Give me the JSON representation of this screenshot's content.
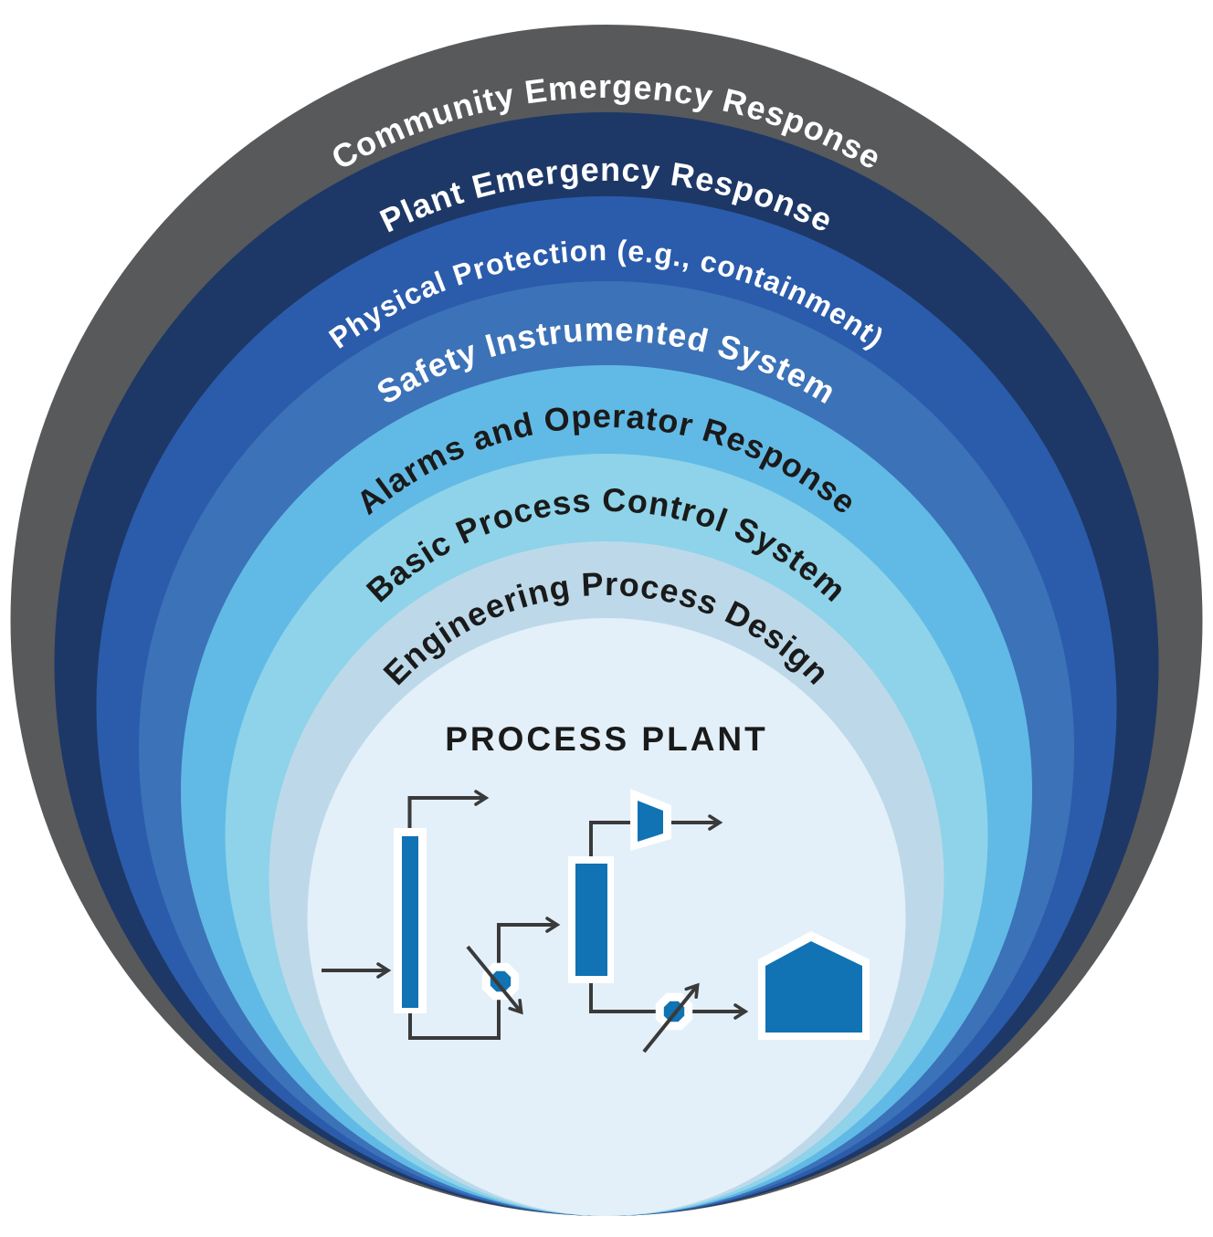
{
  "layers": [
    {
      "label": "Community Emergency Response",
      "color": "#58595B",
      "text_color": "#FFFFFF"
    },
    {
      "label": "Plant Emergency Response",
      "color": "#1D3867",
      "text_color": "#FFFFFF"
    },
    {
      "label": "Physical Protection (e.g., containment)",
      "color": "#2B5CAB",
      "text_color": "#FFFFFF"
    },
    {
      "label": "Safety Instrumented System",
      "color": "#3C72B8",
      "text_color": "#FFFFFF"
    },
    {
      "label": "Alarms and Operator Response",
      "color": "#61BAE5",
      "text_color": "#1A1A1A"
    },
    {
      "label": "Basic Process Control System",
      "color": "#8ED3E9",
      "text_color": "#1A1A1A"
    },
    {
      "label": "Engineering Process Design",
      "color": "#BDD9E9",
      "text_color": "#1A1A1A"
    }
  ],
  "core": {
    "label": "PROCESS PLANT",
    "color": "#E3F0F9",
    "text_color": "#1A1A1A"
  },
  "diagram": {
    "equipment_color": "#1172B4",
    "line_color": "#3A3A3A",
    "icons": [
      "distillation-column-icon",
      "distillation-column-icon",
      "control-valve-icon",
      "control-valve-icon",
      "compressor-icon",
      "storage-building-icon"
    ]
  }
}
